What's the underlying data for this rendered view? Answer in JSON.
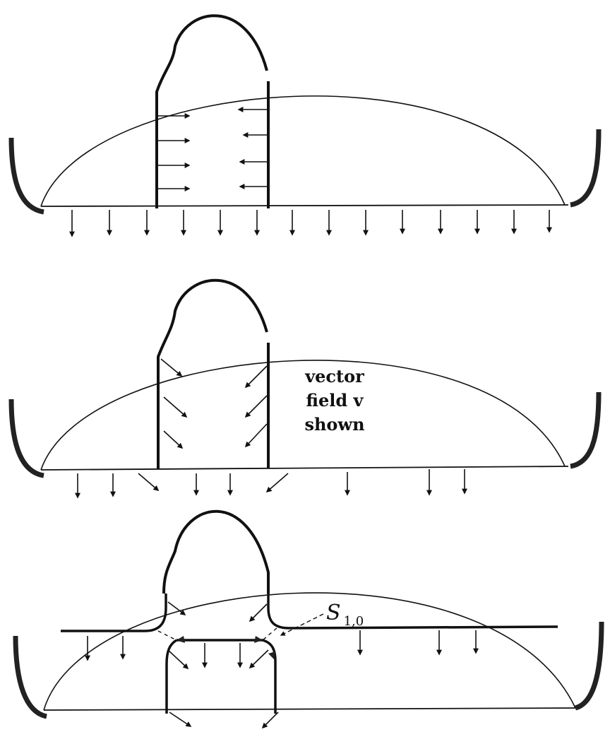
{
  "panel_2": {
    "label_line1": "vector",
    "label_line2": "field v",
    "label_line3": "shown"
  },
  "panel_3": {
    "surface_label_main": "S",
    "surface_label_sub": "1,0"
  }
}
